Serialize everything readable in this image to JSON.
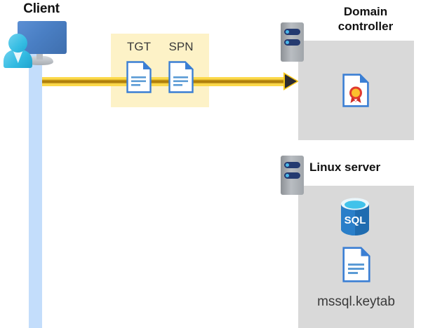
{
  "diagram": {
    "title": "Kerberos authentication flow: Client requests TGT/SPN from Domain controller; Linux server hosts SQL Server and mssql.keytab",
    "background": "#ffffff"
  },
  "client": {
    "label": "Client",
    "icon": "user-with-monitor-icon",
    "lifeline_color": "#c3ddfb",
    "monitor_color": "#4a7fc4",
    "person_color": "#32bbe2"
  },
  "flow": {
    "box_color": "#fdf2c7",
    "arrow_color": "#fcd94a",
    "arrow_core_color": "#b8860b",
    "arrowhead_color": "#2b2b33",
    "direction": "client-to-domain-controller",
    "items": [
      {
        "label": "TGT",
        "icon": "document-icon"
      },
      {
        "label": "SPN",
        "icon": "document-icon"
      }
    ]
  },
  "domain_controller": {
    "title_line1": "Domain",
    "title_line2": "controller",
    "server_icon": "server-tower-icon",
    "panel_color": "#d9d9d9",
    "contents": [
      {
        "icon": "certificate-document-icon",
        "label": ""
      }
    ]
  },
  "linux_server": {
    "title": "Linux server",
    "server_icon": "server-tower-icon",
    "panel_color": "#d9d9d9",
    "contents": [
      {
        "icon": "sql-database-icon",
        "label": "SQL"
      },
      {
        "icon": "document-icon",
        "label": "mssql.keytab"
      }
    ]
  }
}
